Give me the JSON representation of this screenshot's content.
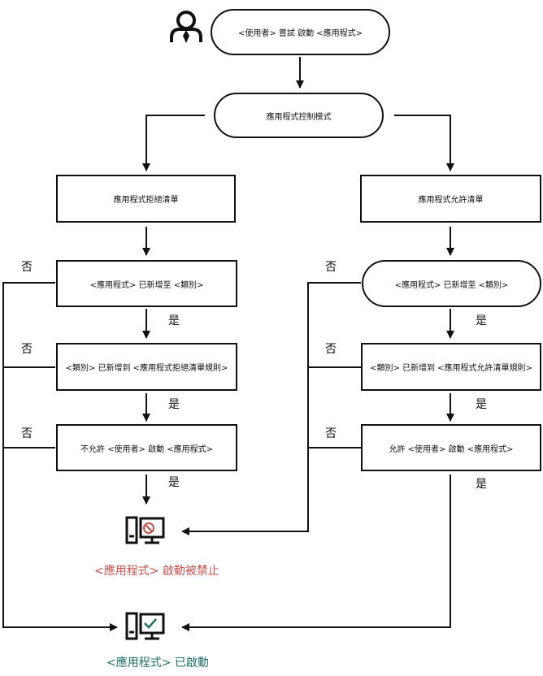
{
  "nodes": {
    "start": "<使用者> 嘗試 啟動 <應用程式>",
    "mode": "應用程式控制模式",
    "denylist": "應用程式拒絕清單",
    "allowlist": "應用程式允許清單",
    "deny_added_to_category": "<應用程式> 已新增至 <類別>",
    "allow_added_to_category": "<應用程式> 已新增至 <類別>",
    "deny_category_in_rules": "<類別> 已新增到 <應用程式拒絕清單規則>",
    "allow_category_in_rules": "<類別> 已新增到 <應用程式允許清單規則>",
    "deny_user_not_allowed": "不允許 <使用者> 啟動 <應用程式>",
    "allow_user_allowed": "允許 <使用者> 啟動 <應用程式>"
  },
  "labels": {
    "yes": "是",
    "no": "否"
  },
  "outcomes": {
    "blocked": "<應用程式> 啟動被禁止",
    "started": "<應用程式> 已啟動"
  },
  "colors": {
    "blocked": "#c4514a",
    "started": "#1f6f62",
    "stroke": "#111111"
  },
  "icons": {
    "user": "user-icon",
    "blocked": "computer-blocked-icon",
    "started": "computer-allowed-icon"
  }
}
